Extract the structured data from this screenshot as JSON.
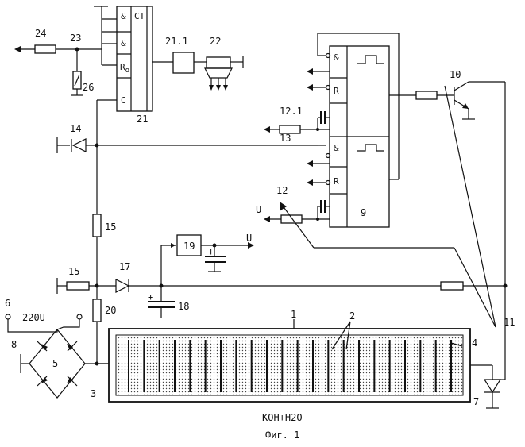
{
  "labels": {
    "n1": "1",
    "n2": "2",
    "n3": "3",
    "n4": "4",
    "n5": "5",
    "n6": "6",
    "n7": "7",
    "n8": "8",
    "n9": "9",
    "n10": "10",
    "n11": "11",
    "n12": "12",
    "n12_1": "12.1",
    "n13": "13",
    "n14": "14",
    "n15a": "15",
    "n15b": "15",
    "n17": "17",
    "n18": "18",
    "n19": "19",
    "n20": "20",
    "n21": "21",
    "n21_1": "21.1",
    "n22": "22",
    "n23": "23",
    "n24": "24",
    "n26": "26"
  },
  "texts": {
    "voltage": "220U",
    "u_top": "U",
    "u_right": "U",
    "electrolyte": "KOH+H2O",
    "caption": "Фиг. 1",
    "plus_18": "+",
    "plus_cap": "+"
  },
  "gates": {
    "ct": "CT",
    "and1": "&",
    "and2": "&",
    "r0": "R",
    "r0_sub": "o",
    "c": "C",
    "and_m1": "&",
    "r_m1": "R",
    "and_m2": "&",
    "r_m2": "R"
  },
  "electrode_count": 22
}
